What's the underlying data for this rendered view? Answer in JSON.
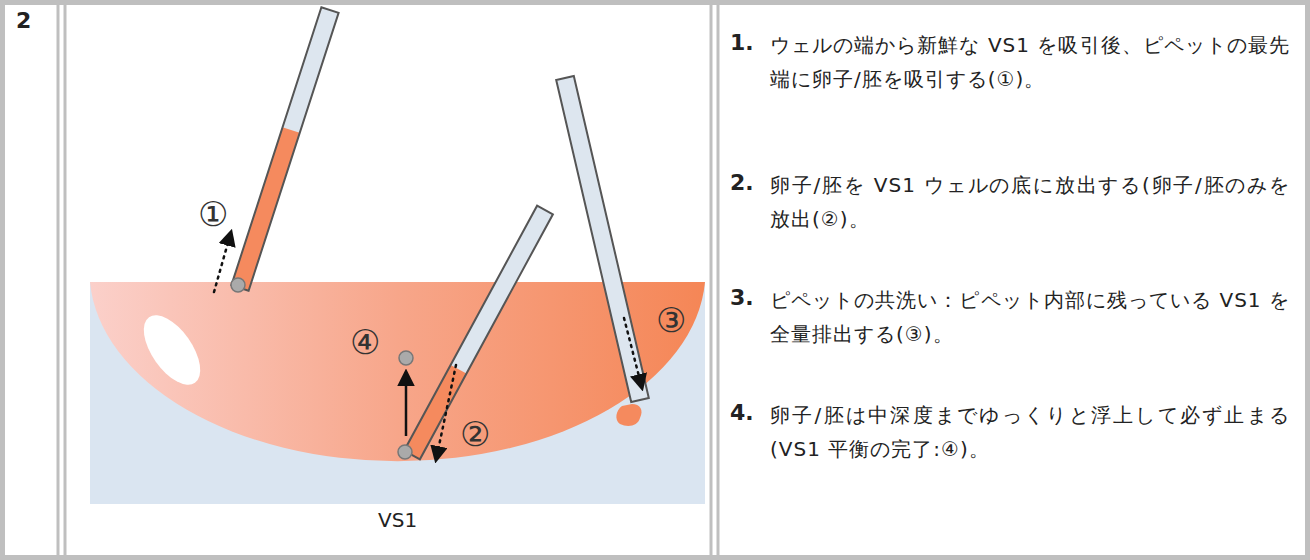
{
  "diagram": {
    "labels": [
      "2",
      "①",
      "④",
      "②",
      "③",
      "VS1",
      "1.",
      "ウェルの端から新鮮な VS1 を吸引後、ピペットの最先端に卵子/胚を吸引する(①)。",
      "2.",
      "卵子/胚を VS1 ウェルの底に放出する(卵子/胚のみを放出(②)。",
      "3.",
      "ピペットの共洗い：ピペット内部に残っている VS1 を全量排出する(③)。",
      "4.",
      "卵子/胚は中深度までゆっくりと浮上して必ず止まる(VS1 平衡の完了:④)。"
    ]
  }
}
